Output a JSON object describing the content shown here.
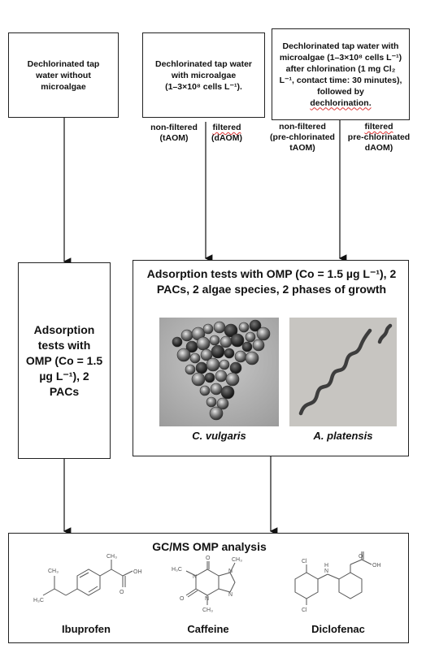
{
  "boxes": {
    "box1": "Dechlorinated tap water without microalgae",
    "box2_line1": "Dechlorinated tap water with microalgae",
    "box2_line2": "(1–3×10⁸ cells L⁻¹).",
    "box3_line1": "Dechlorinated tap water with microalgae (1–3×10⁸ cells L⁻¹) after chlorination (1 mg Cl₂ L⁻¹, contact time: 30 minutes), followed by",
    "box3_line2": "dechlorination."
  },
  "labels": {
    "b2_nonfiltered": "non-filtered",
    "b2_nonfiltered_sub": "(tAOM)",
    "b2_filtered": "filtered",
    "b2_filtered_sub": "(dAOM)",
    "b3_nonfiltered": "non-filtered",
    "b3_nonfiltered_sub1": "(pre-chlorinated",
    "b3_nonfiltered_sub2": "tAOM)",
    "b3_filtered": "filtered",
    "b3_filtered_sub1": "pre-chlorinated",
    "b3_filtered_sub2": "dAOM)"
  },
  "adsorption_left": "Adsorption tests with OMP (Co = 1.5 µg L⁻¹), 2 PACs",
  "adsorption_right": "Adsorption tests with OMP (Co = 1.5 µg L⁻¹), 2 PACs, 2 algae species, 2 phases of growth",
  "species": {
    "left": "C. vulgaris",
    "right": "A. platensis"
  },
  "analysis": {
    "title": "GC/MS OMP analysis",
    "compounds": [
      "Ibuprofen",
      "Caffeine",
      "Diclofenac"
    ]
  }
}
